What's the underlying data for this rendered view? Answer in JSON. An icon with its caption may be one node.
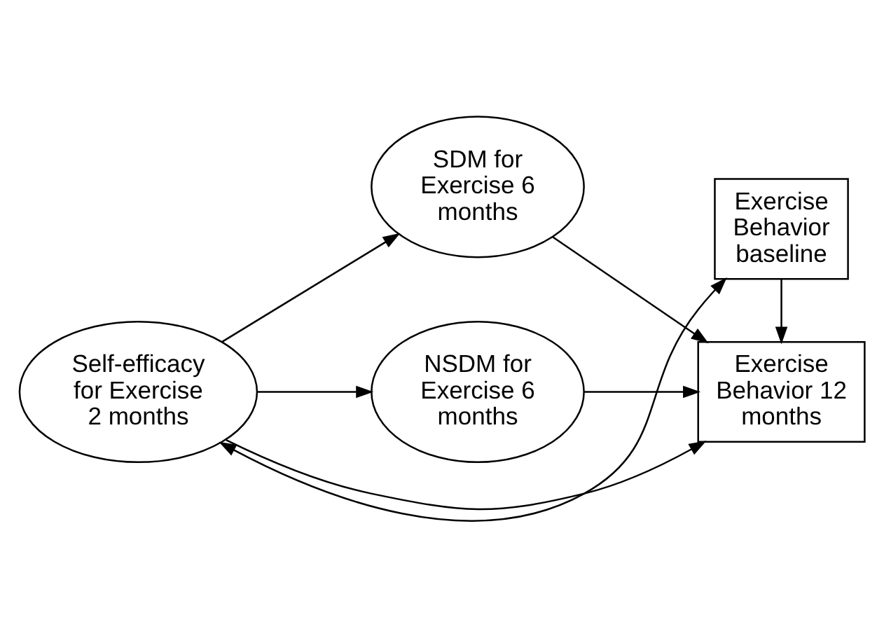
{
  "diagram": {
    "nodes": [
      {
        "text": [
          "Self-efficacy for Exercise 2 months"
        ]
      },
      {
        "text": [
          "SDM for Exercise 6 months"
        ]
      },
      {
        "text": [
          "NSDM for Exercise 6 months"
        ]
      },
      {
        "text": [
          "Exercise Behavior baseline"
        ]
      },
      {
        "text": [
          "Exercise Behavior 12 months"
        ]
      }
    ],
    "edges": [
      {
        "from": 3,
        "to": 0,
        "arrow": "both"
      },
      {
        "from": 0,
        "to": 1,
        "arrow": "to"
      },
      {
        "from": 0,
        "to": 4,
        "arrow": "to"
      },
      {
        "from": 0,
        "to": 2,
        "arrow": "to"
      },
      {
        "from": 1,
        "to": 4,
        "arrow": "to"
      },
      {
        "from": 3,
        "to": 4,
        "arrow": "to"
      },
      {
        "from": 2,
        "to": 4,
        "arrow": "to"
      }
    ]
  }
}
